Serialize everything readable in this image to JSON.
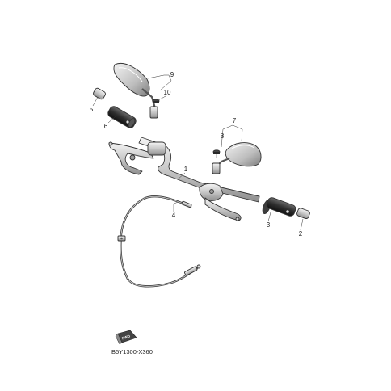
{
  "diagram": {
    "callouts": {
      "c1": "1",
      "c2": "2",
      "c3": "3",
      "c4": "4",
      "c5": "5",
      "c6": "6",
      "c7": "7",
      "c8": "8",
      "c9": "9",
      "c10": "10"
    },
    "fwd_label": "FWD",
    "figure_code": "B5Y1300-X360"
  }
}
